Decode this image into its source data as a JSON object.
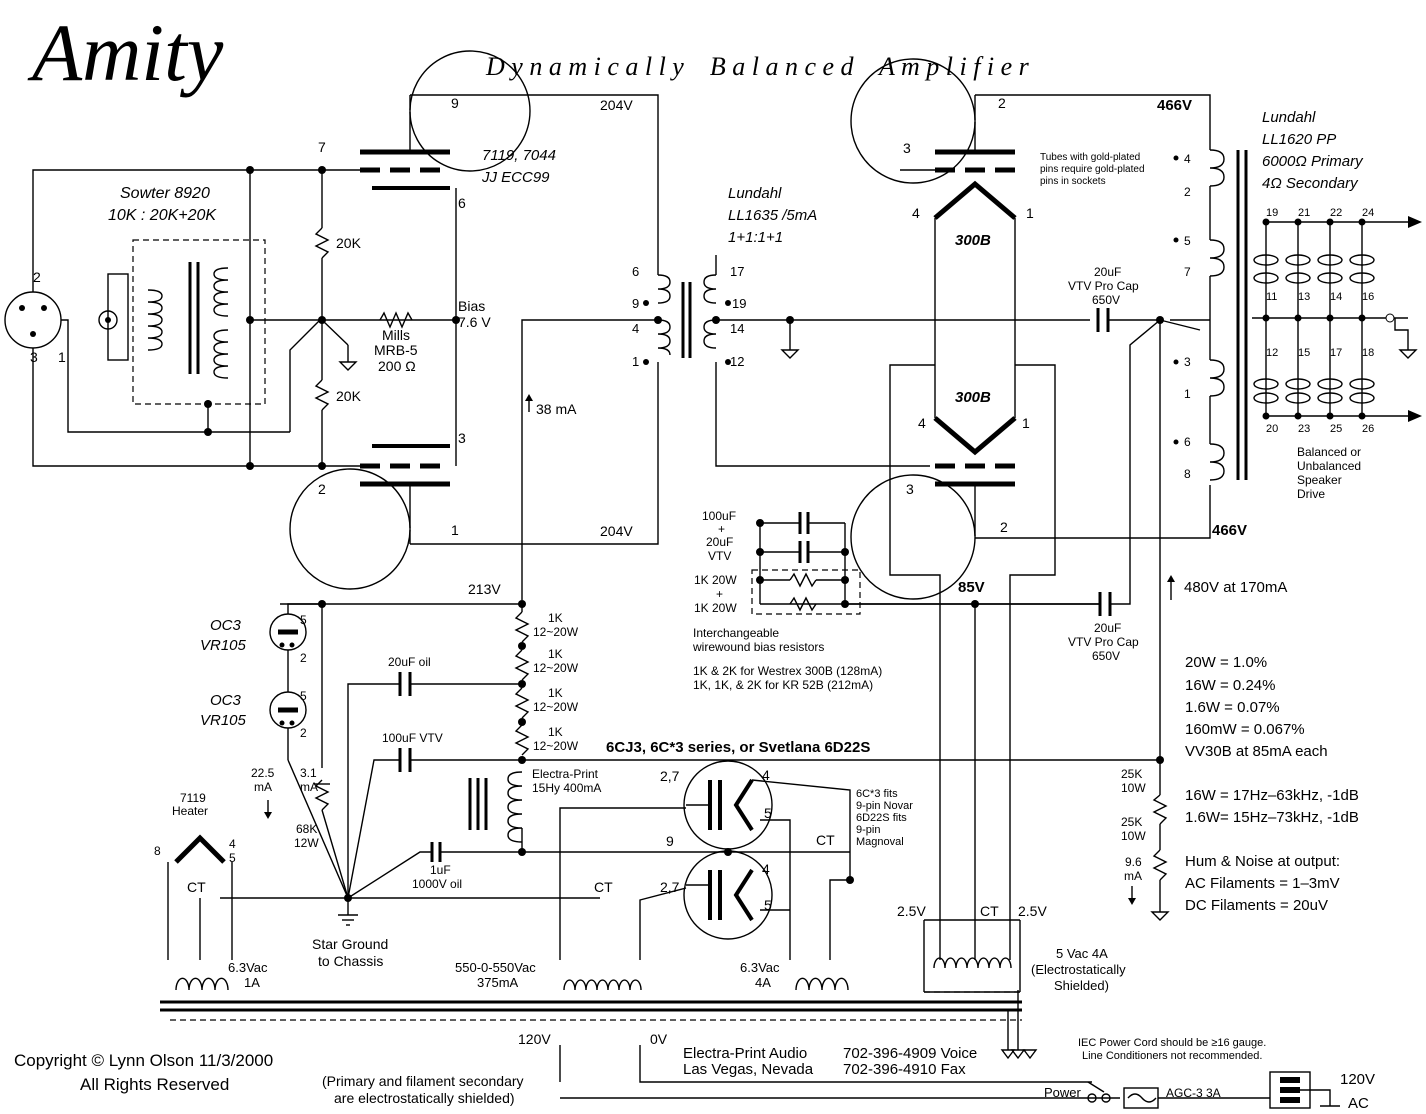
{
  "title": "Amity",
  "subtitle": "D y n a m i c a l l y    B a l a n c e d    A m p l i f i e r",
  "input_transformer": {
    "name": "Sowter 8920",
    "ratio": "10K : 20K+20K"
  },
  "xlr_pins": {
    "p2": "2",
    "p3": "3",
    "p1": "1"
  },
  "driver": {
    "tube_line1": "7119, 7044",
    "tube_line2": "JJ ECC99",
    "pin9": "9",
    "pin7": "7",
    "pin6": "6",
    "pin3": "3",
    "pin2": "2",
    "pin1": "1",
    "plate_v_top": "204V",
    "plate_v_bot": "204V",
    "grid_res_top": "20K",
    "grid_res_bot": "20K",
    "cathode_res_name": "Mills",
    "cathode_res_type": "MRB-5",
    "cathode_res_val": "200 Ω",
    "bias_label": "Bias",
    "bias_v": "7.6 V",
    "current": "38 mA"
  },
  "interstage": {
    "line1": "Lundahl",
    "line2": "LL1635 /5mA",
    "line3": "1+1:1+1",
    "pins_left": [
      "6",
      "9",
      "4",
      "1"
    ],
    "pins_right": [
      "17",
      "19",
      "14",
      "12"
    ]
  },
  "output_tubes": {
    "top_name": "300B",
    "bot_name": "300B",
    "note_line1": "Tubes with gold-plated",
    "note_line2": "pins require gold-plated",
    "note_line3": "pins in sockets",
    "top_pins": {
      "p2": "2",
      "p3": "3",
      "p4": "4",
      "p1": "1"
    },
    "bot_pins": {
      "p4": "4",
      "p1": "1",
      "p3": "3",
      "p2": "2"
    }
  },
  "output_transformer": {
    "line1": "Lundahl",
    "line2": "LL1620 PP",
    "line3": "6000Ω Primary",
    "line4": "4Ω Secondary",
    "b_plus_top": "466V",
    "b_plus_bot": "466V",
    "prim_pins": [
      "4",
      "2",
      "5",
      "7",
      "3",
      "1",
      "6",
      "8"
    ],
    "sec_top": [
      "19",
      "21",
      "22",
      "24"
    ],
    "sec_mid1": [
      "11",
      "13",
      "14",
      "16"
    ],
    "sec_mid2": [
      "12",
      "15",
      "17",
      "18"
    ],
    "sec_bot": [
      "20",
      "23",
      "25",
      "26"
    ],
    "drive_note_1": "Balanced or",
    "drive_note_2": "Unbalanced",
    "drive_note_3": "Speaker",
    "drive_note_4": "Drive"
  },
  "coupling_caps": {
    "top_1": "20uF",
    "top_2": "VTV Pro Cap",
    "top_3": "650V",
    "bot_1": "20uF",
    "bot_2": "VTV Pro Cap",
    "bot_3": "650V"
  },
  "bias_network": {
    "cap1": "100uF",
    "plus1": "+",
    "cap2": "20uF",
    "cap3": "VTV",
    "res1": "1K 20W",
    "plus2": "+",
    "res2": "1K 20W",
    "note1": "Interchangeable",
    "note2": "wirewound bias resistors",
    "note3": "1K & 2K for Westrex 300B (128mA)",
    "note4": "1K, 1K, & 2K for KR 52B (212mA)",
    "cathode_v": "85V"
  },
  "b_plus_main": "480V at 170mA",
  "specs": {
    "d1": "20W = 1.0%",
    "d2": "16W = 0.24%",
    "d3": "1.6W = 0.07%",
    "d4": "160mW = 0.067%",
    "d5": "VV30B at 85mA each",
    "bw1": "16W = 17Hz–63kHz, -1dB",
    "bw2": "1.6W= 15Hz–73kHz, -1dB",
    "hum_title": "Hum & Noise at output:",
    "hum1": "AC Filaments = 1–3mV",
    "hum2": "DC Filaments = 20uV"
  },
  "bleeder": {
    "r1a": "25K",
    "r1b": "10W",
    "r2a": "25K",
    "r2b": "10W",
    "ia": "9.6",
    "ib": "mA"
  },
  "power_supply": {
    "v213": "213V",
    "reg1_a": "OC3",
    "reg1_b": "VR105",
    "reg2_a": "OC3",
    "reg2_b": "VR105",
    "reg_p5a": "5",
    "reg_p2a": "2",
    "reg_p5b": "5",
    "reg_p2b": "2",
    "res_val": "1K",
    "res_w": "12~20W",
    "cap_oil": "20uF oil",
    "cap_vtv": "100uF VTV",
    "cap_1u_a": "1uF",
    "cap_1u_b": "1000V oil",
    "choke_a": "Electra-Print",
    "choke_b": "15Hy 400mA",
    "i225a": "22.5",
    "i225b": "mA",
    "i31a": "3.1",
    "i31b": "mA",
    "r68a": "68K",
    "r68b": "12W",
    "rect": "6CJ3, 6C*3 series, or Svetlana 6D22S",
    "rect_pins": {
      "p27a": "2,7",
      "p4a": "4",
      "p5a": "5",
      "p9": "9",
      "pCT": "CT",
      "p27b": "2,7",
      "p4b": "4",
      "p5b": "5"
    },
    "rect_note1": "6C*3 fits",
    "rect_note2": "9-pin Novar",
    "rect_note3": "6D22S fits",
    "rect_note4": "9-pin",
    "rect_note5": "Magnoval",
    "star1": "Star Ground",
    "star2": "to Chassis",
    "heater_a": "7119",
    "heater_b": "Heater",
    "h8": "8",
    "h4": "4",
    "h5": "5",
    "ct1": "CT",
    "w1a": "6.3Vac",
    "w1b": "1A",
    "ct2": "CT",
    "w2a": "550-0-550Vac",
    "w2b": "375mA",
    "w3a": "6.3Vac",
    "w3b": "4A",
    "fil25a": "2.5V",
    "filCT": "CT",
    "fil25b": "2.5V",
    "w4a": "5 Vac  4A",
    "w4b": "(Electrostatically",
    "w4c": "Shielded)"
  },
  "mains": {
    "v120": "120V",
    "v0": "0V",
    "primary_note1": "(Primary and filament secondary",
    "primary_note2": "are electrostatically shielded)",
    "power": "Power",
    "fuse": "AGC-3 3A",
    "in1": "120V",
    "in2": "AC",
    "iec1": "IEC Power Cord should be ≥16 gauge.",
    "iec2": "Line Conditioners not recommended."
  },
  "vendor": {
    "name": "Electra-Print Audio",
    "city": "Las Vegas, Nevada",
    "voice": "702-396-4909 Voice",
    "fax": "702-396-4910 Fax"
  },
  "copyright1": "Copyright © Lynn Olson 11/3/2000",
  "copyright2": "All Rights Reserved"
}
